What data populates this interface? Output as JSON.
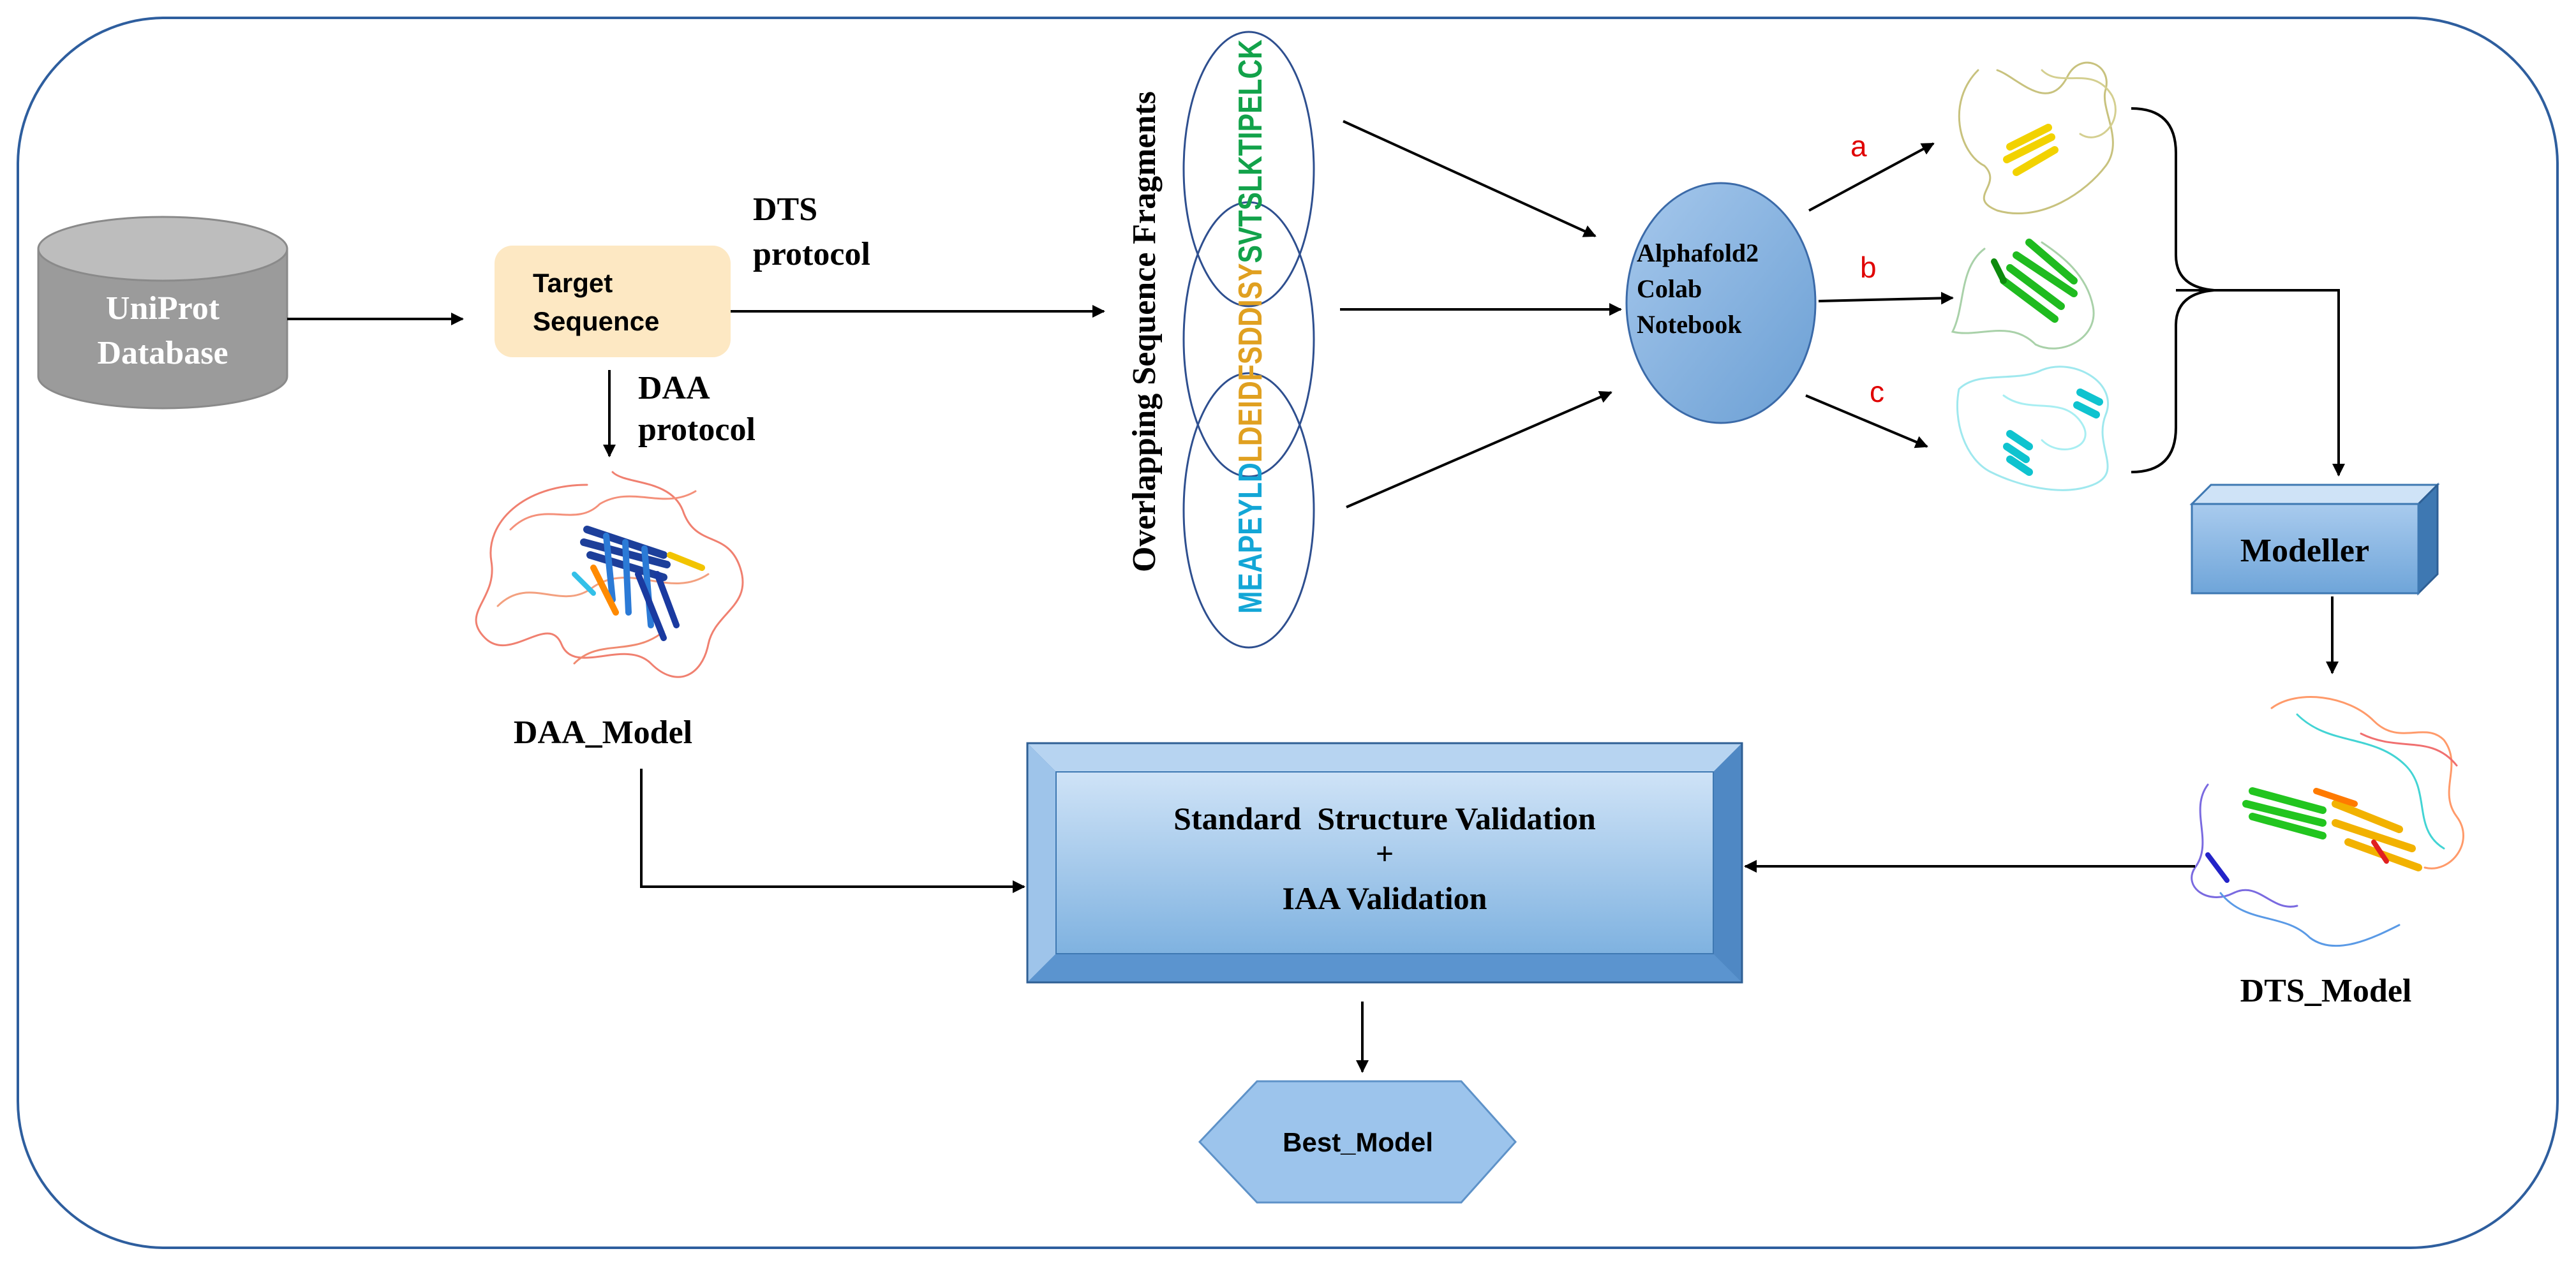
{
  "colors": {
    "frame": "#2e5e9e",
    "db_fill": "#9b9b9b",
    "db_top": "#b9b9b9",
    "db_text": "#ffffff",
    "target_fill": "#fde8c3",
    "blue_box": "#7fb2e0",
    "blue_box_dark": "#3e78b2",
    "ellipse_fill": "#83b2e0",
    "arrow_label": "#e00000",
    "seq_c": "#13a6d6",
    "seq_o": "#e0a020",
    "seq_g": "#12a24a"
  },
  "nodes": {
    "database": {
      "line1": "UniProt",
      "line2": "Database"
    },
    "target": {
      "line1": "Target",
      "line2": "Sequence"
    },
    "dts_label": {
      "line1": "DTS",
      "line2": "protocol"
    },
    "daa_label": {
      "line1": "DAA",
      "line2": "protocol"
    },
    "fragments_title": "Overlapping Sequence Fragments",
    "alphafold": {
      "line1": "Alphafold2",
      "line2": "Colab",
      "line3": "Notebook"
    },
    "modeller": "Modeller",
    "daa_model": "DAA_Model",
    "dts_model": "DTS_Model",
    "validation": {
      "line1": "Standard  Structure Validation",
      "line2": "+",
      "line3": "IAA Validation"
    },
    "best_model": "Best_Model"
  },
  "sequence": {
    "part1": "MEAPEYLD",
    "part2": "LDEIDFSDDISY",
    "part3": "SVTSLKTIPELCK"
  },
  "branch_labels": [
    "a",
    "b",
    "c"
  ]
}
